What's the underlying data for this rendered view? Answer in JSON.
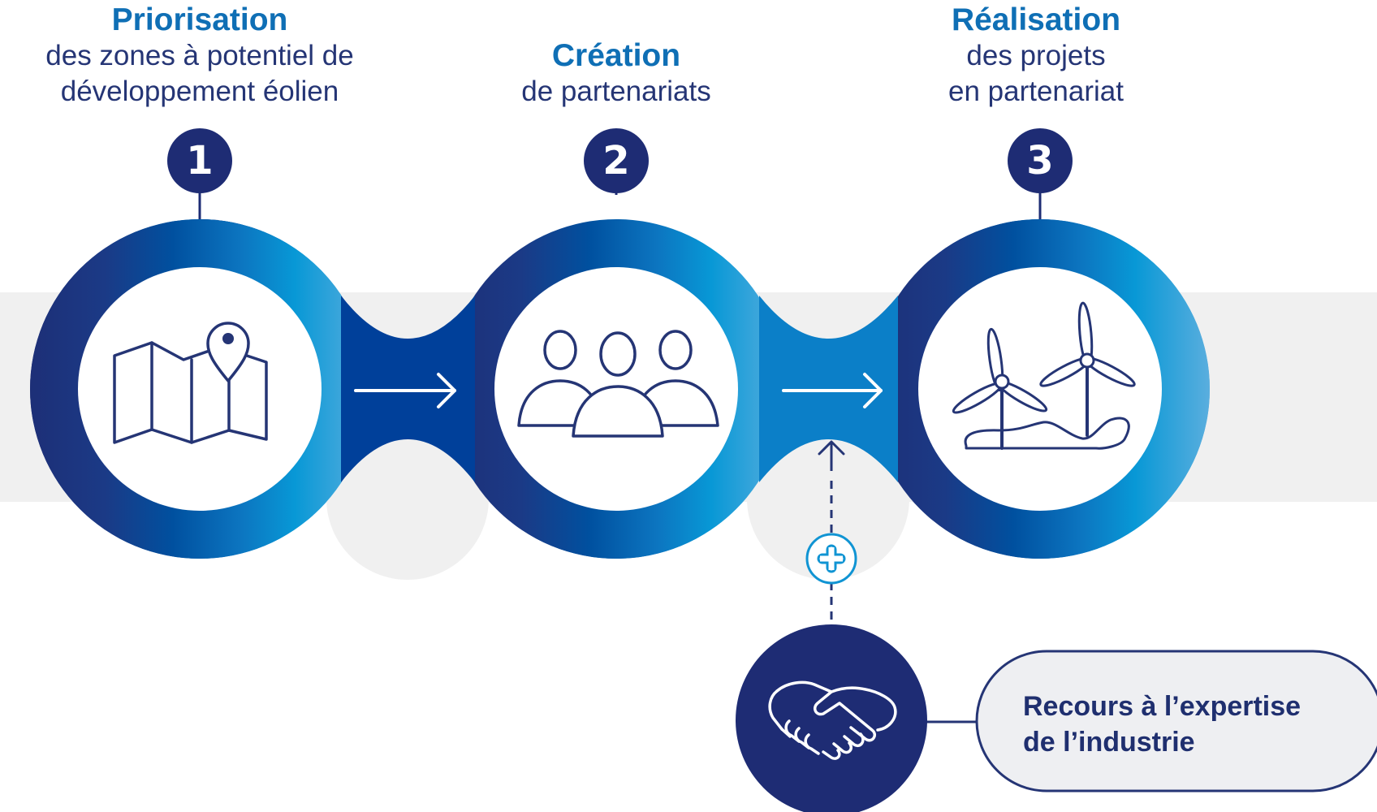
{
  "steps": [
    {
      "number": "1",
      "title": "Priorisation",
      "lines": [
        "des zones à potentiel de",
        "développement éolien"
      ],
      "icon": "map-pin-icon"
    },
    {
      "number": "2",
      "title": "Création",
      "lines": [
        "de partenariats"
      ],
      "icon": "people-group-icon"
    },
    {
      "number": "3",
      "title": "Réalisation",
      "lines": [
        "des projets",
        "en partenariat"
      ],
      "icon": "wind-turbines-icon"
    }
  ],
  "expertise": {
    "lines": [
      "Recours à l’expertise",
      "de l’industrie"
    ],
    "icon": "handshake-icon",
    "connector_icon": "plus-circle-icon"
  },
  "colors": {
    "navy": "#1e2c74",
    "blue": "#0059a8",
    "cyan": "#1094d3",
    "light_blue": "#4ca6dc",
    "band_gray": "#f0f0f0",
    "pill_fill": "#eeeff2"
  }
}
